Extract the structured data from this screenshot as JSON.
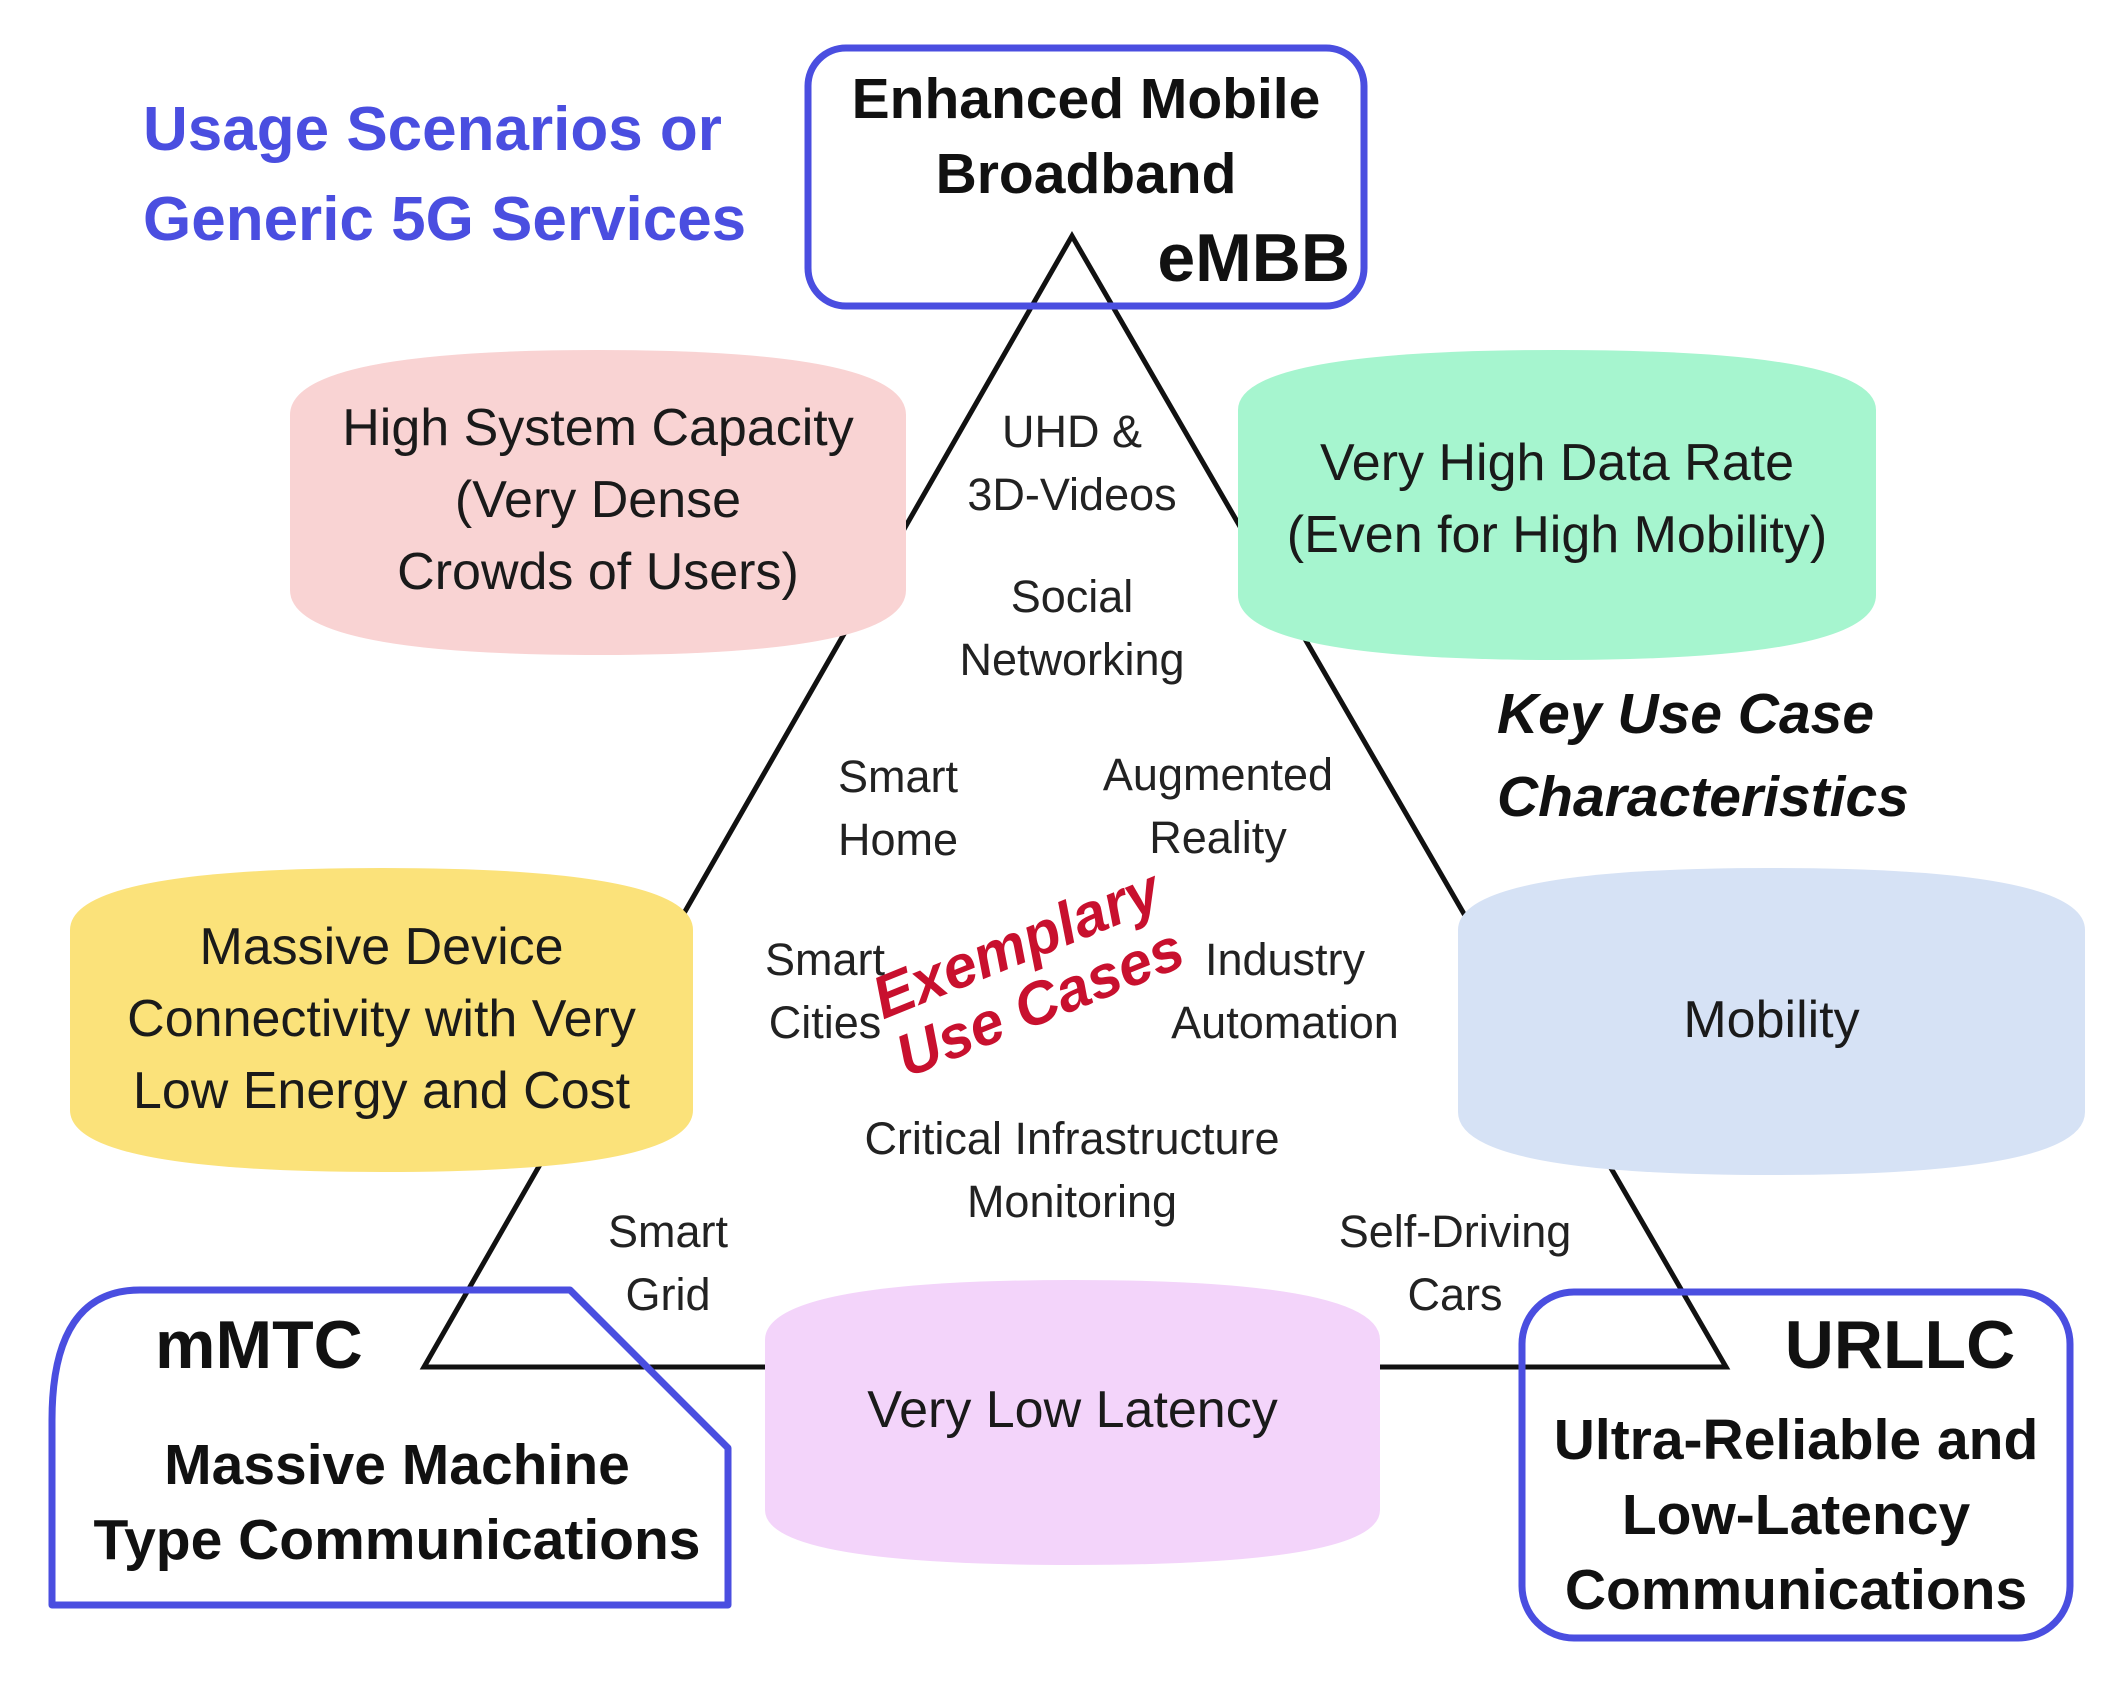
{
  "heading": {
    "line1": "Usage Scenarios or",
    "line2": "Generic 5G Services"
  },
  "characteristics_label": {
    "line1": "Key Use Case",
    "line2": "Characteristics"
  },
  "services": {
    "embb": {
      "title_line1": "Enhanced Mobile",
      "title_line2": "Broadband",
      "acronym": "eMBB"
    },
    "mmtc": {
      "acronym": "mMTC",
      "title_line1": "Massive Machine",
      "title_line2": "Type Communications"
    },
    "urllc": {
      "acronym": "URLLC",
      "title_line1": "Ultra-Reliable and",
      "title_line2": "Low-Latency",
      "title_line3": "Communications"
    }
  },
  "characteristics": {
    "capacity": {
      "line1": "High System Capacity",
      "line2": "(Very Dense",
      "line3": "Crowds of Users)",
      "color": "#f9d3d3"
    },
    "data_rate": {
      "line1": "Very High Data Rate",
      "line2": "(Even for High Mobility)",
      "color": "#a6f5cf"
    },
    "connectivity": {
      "line1": "Massive Device",
      "line2": "Connectivity with Very",
      "line3": "Low Energy and Cost",
      "color": "#fbe27a"
    },
    "mobility": {
      "line1": "Mobility",
      "color": "#d6e2f5"
    },
    "latency": {
      "line1": "Very Low Latency",
      "color": "#f3d4fa"
    }
  },
  "exemplary": {
    "line1": "Exemplary",
    "line2": "Use Cases"
  },
  "use_cases": {
    "uhd": {
      "line1": "UHD &",
      "line2": "3D-Videos"
    },
    "social": {
      "line1": "Social",
      "line2": "Networking"
    },
    "smart_home": {
      "line1": "Smart",
      "line2": "Home"
    },
    "ar": {
      "line1": "Augmented",
      "line2": "Reality"
    },
    "smart_cities": {
      "line1": "Smart",
      "line2": "Cities"
    },
    "industry": {
      "line1": "Industry",
      "line2": "Automation"
    },
    "critical": {
      "line1": "Critical Infrastructure",
      "line2": "Monitoring"
    },
    "smart_grid": {
      "line1": "Smart",
      "line2": "Grid"
    },
    "self_driving": {
      "line1": "Self-Driving",
      "line2": "Cars"
    }
  },
  "colors": {
    "box_border": "#4a4ee0",
    "heading": "#4a4ee0",
    "exemplary": "#c8102e"
  }
}
